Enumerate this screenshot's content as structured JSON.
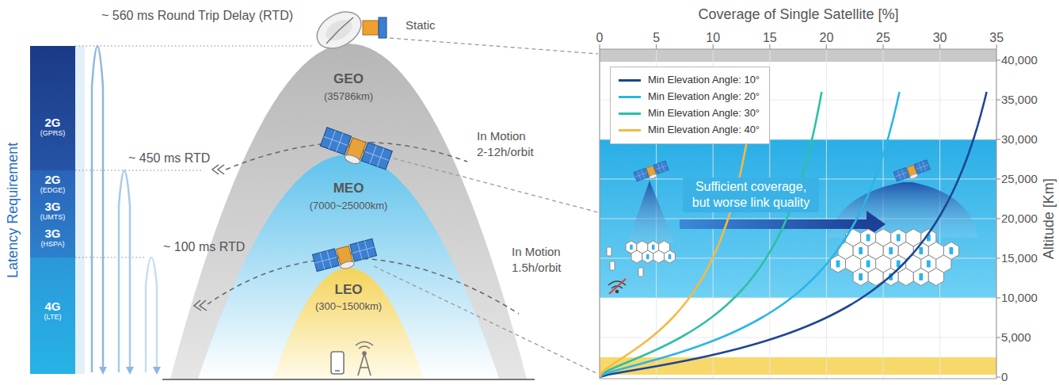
{
  "diagram": {
    "nodes": [
      {
        "text": [
          "2G",
          "(GPRS)"
        ]
      },
      {
        "text": [
          "2G",
          "(EDGE)"
        ]
      },
      {
        "text": [
          "3G",
          "(UMTS)"
        ]
      },
      {
        "text": [
          "3G",
          "(HSPA)"
        ]
      },
      {
        "text": [
          "4G",
          "(LTE)"
        ]
      },
      {
        "text": [
          "GEO",
          "(35786km)"
        ]
      },
      {
        "text": [
          "MEO",
          "(7000~25000km)"
        ],
        "in": 5
      },
      {
        "text": [
          "LEO",
          "(300~1500km)"
        ],
        "in": 6
      }
    ],
    "labels": [
      "Latency Requirement",
      "~ 560 ms Round Trip Delay (RTD)",
      "~ 450 ms RTD",
      "~ 100 ms RTD",
      "Static",
      "In Motion",
      "2-12h/orbit",
      "In Motion",
      "1.5h/orbit",
      "Coverage of Single Satellite [%]",
      "0",
      "5",
      "10",
      "15",
      "20",
      "25",
      "30",
      "35",
      "40,000",
      "35,000",
      "30,000",
      "25,000",
      "20,000",
      "15,000",
      "10,000",
      "5,000",
      "0",
      "Altitude [Km]",
      "Sufficient coverage, but worse link quality"
    ],
    "legend": [
      {
        "text": "Min Elevation Angle: 10°",
        "color": "#1d4596"
      },
      {
        "text": "Min Elevation Angle: 20°",
        "color": "#2bb5e8"
      },
      {
        "text": "Min Elevation Angle: 30°",
        "color": "#2ebfa5"
      },
      {
        "text": "Min Elevation Angle: 40°",
        "color": "#f5b944"
      }
    ]
  }
}
